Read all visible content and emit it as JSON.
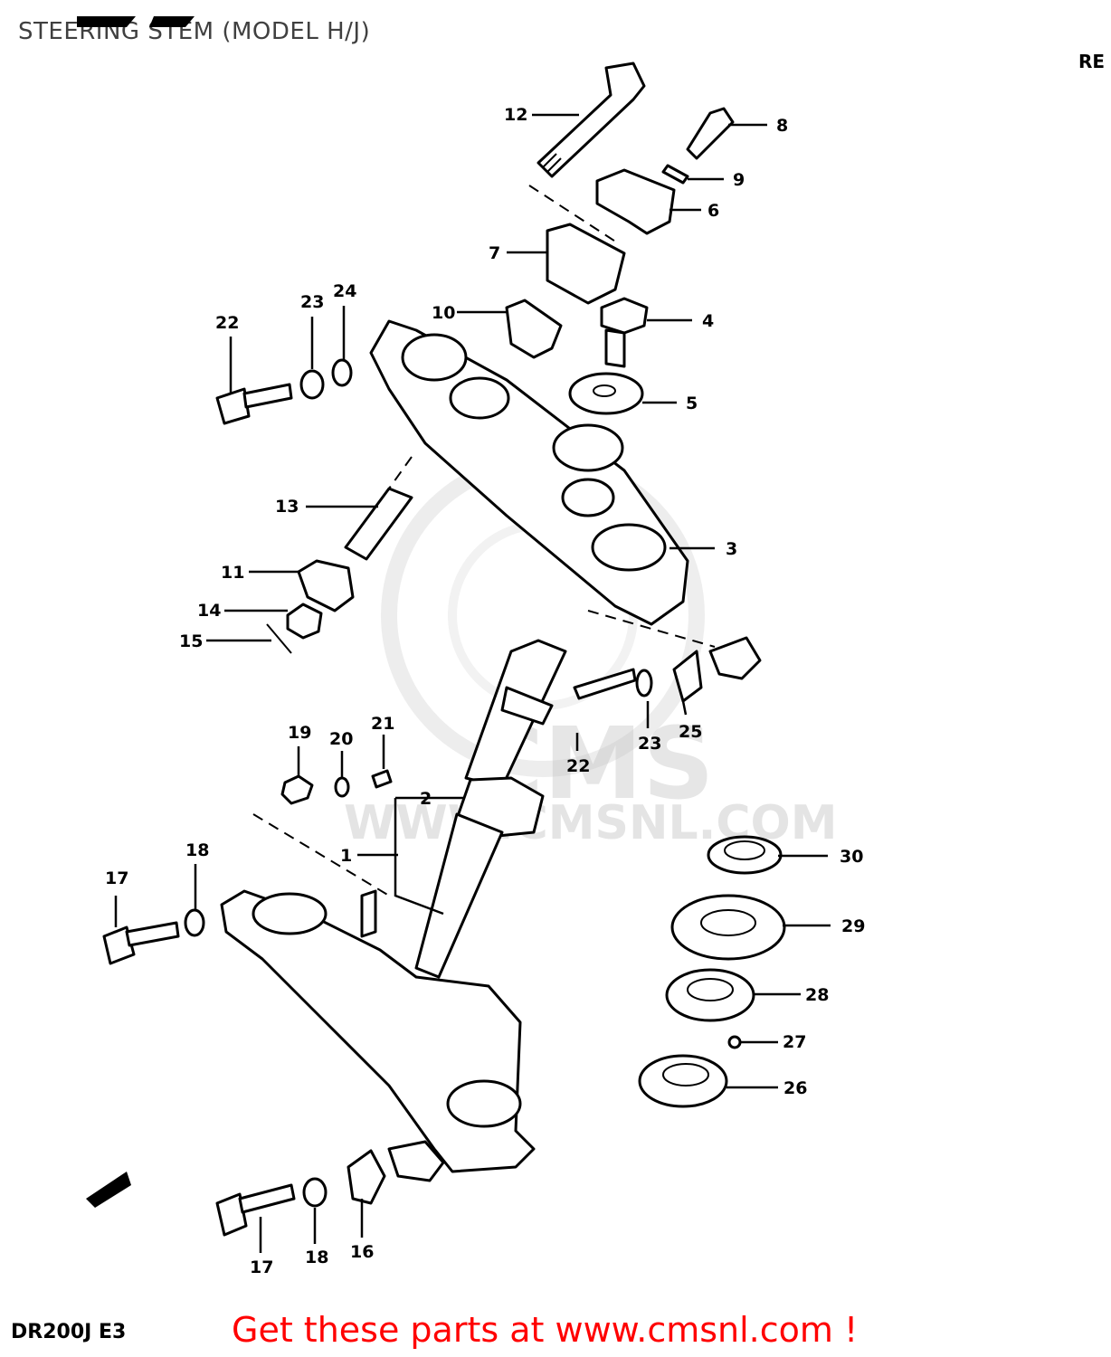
{
  "header": {
    "title": "STEERING STEM (MODEL H/J)",
    "corner_mark": "RE"
  },
  "footer": {
    "model_code": "DR200J E3",
    "link_text": "Get these parts at www.cmsnl.com !"
  },
  "watermark": {
    "brand": "CMS",
    "url": "WWW.CMSNL.COM"
  },
  "callouts": [
    "12",
    "8",
    "9",
    "6",
    "7",
    "10",
    "4",
    "5",
    "22",
    "23",
    "24",
    "13",
    "3",
    "11",
    "14",
    "15",
    "19",
    "20",
    "21",
    "2",
    "1",
    "22",
    "23",
    "25",
    "18",
    "17",
    "30",
    "29",
    "28",
    "27",
    "26",
    "17",
    "18",
    "16"
  ],
  "colors": {
    "link": "#ff0000",
    "title": "#404040",
    "watermark": "#e4e4e4"
  }
}
